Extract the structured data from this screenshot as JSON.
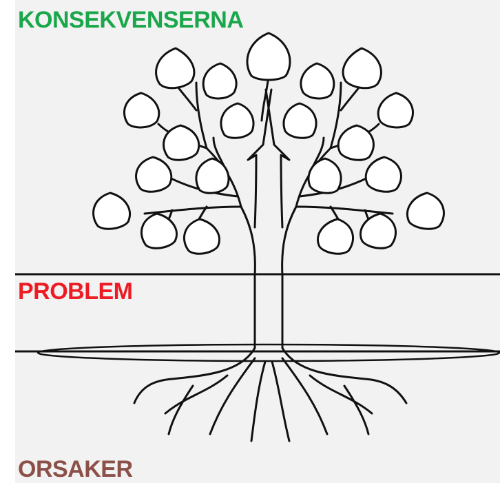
{
  "labels": {
    "consequences": "KONSEKVENSERNA",
    "problem": "PROBLEM",
    "causes": "ORSAKER"
  },
  "colors": {
    "consequences": "#1aa64a",
    "problem": "#ed1c24",
    "causes": "#8b5048",
    "background": "#f2f2f2",
    "stroke": "#111111",
    "leaf_fill": "#ffffff"
  },
  "icons": {
    "tree": "tree-with-leaves-and-roots"
  }
}
